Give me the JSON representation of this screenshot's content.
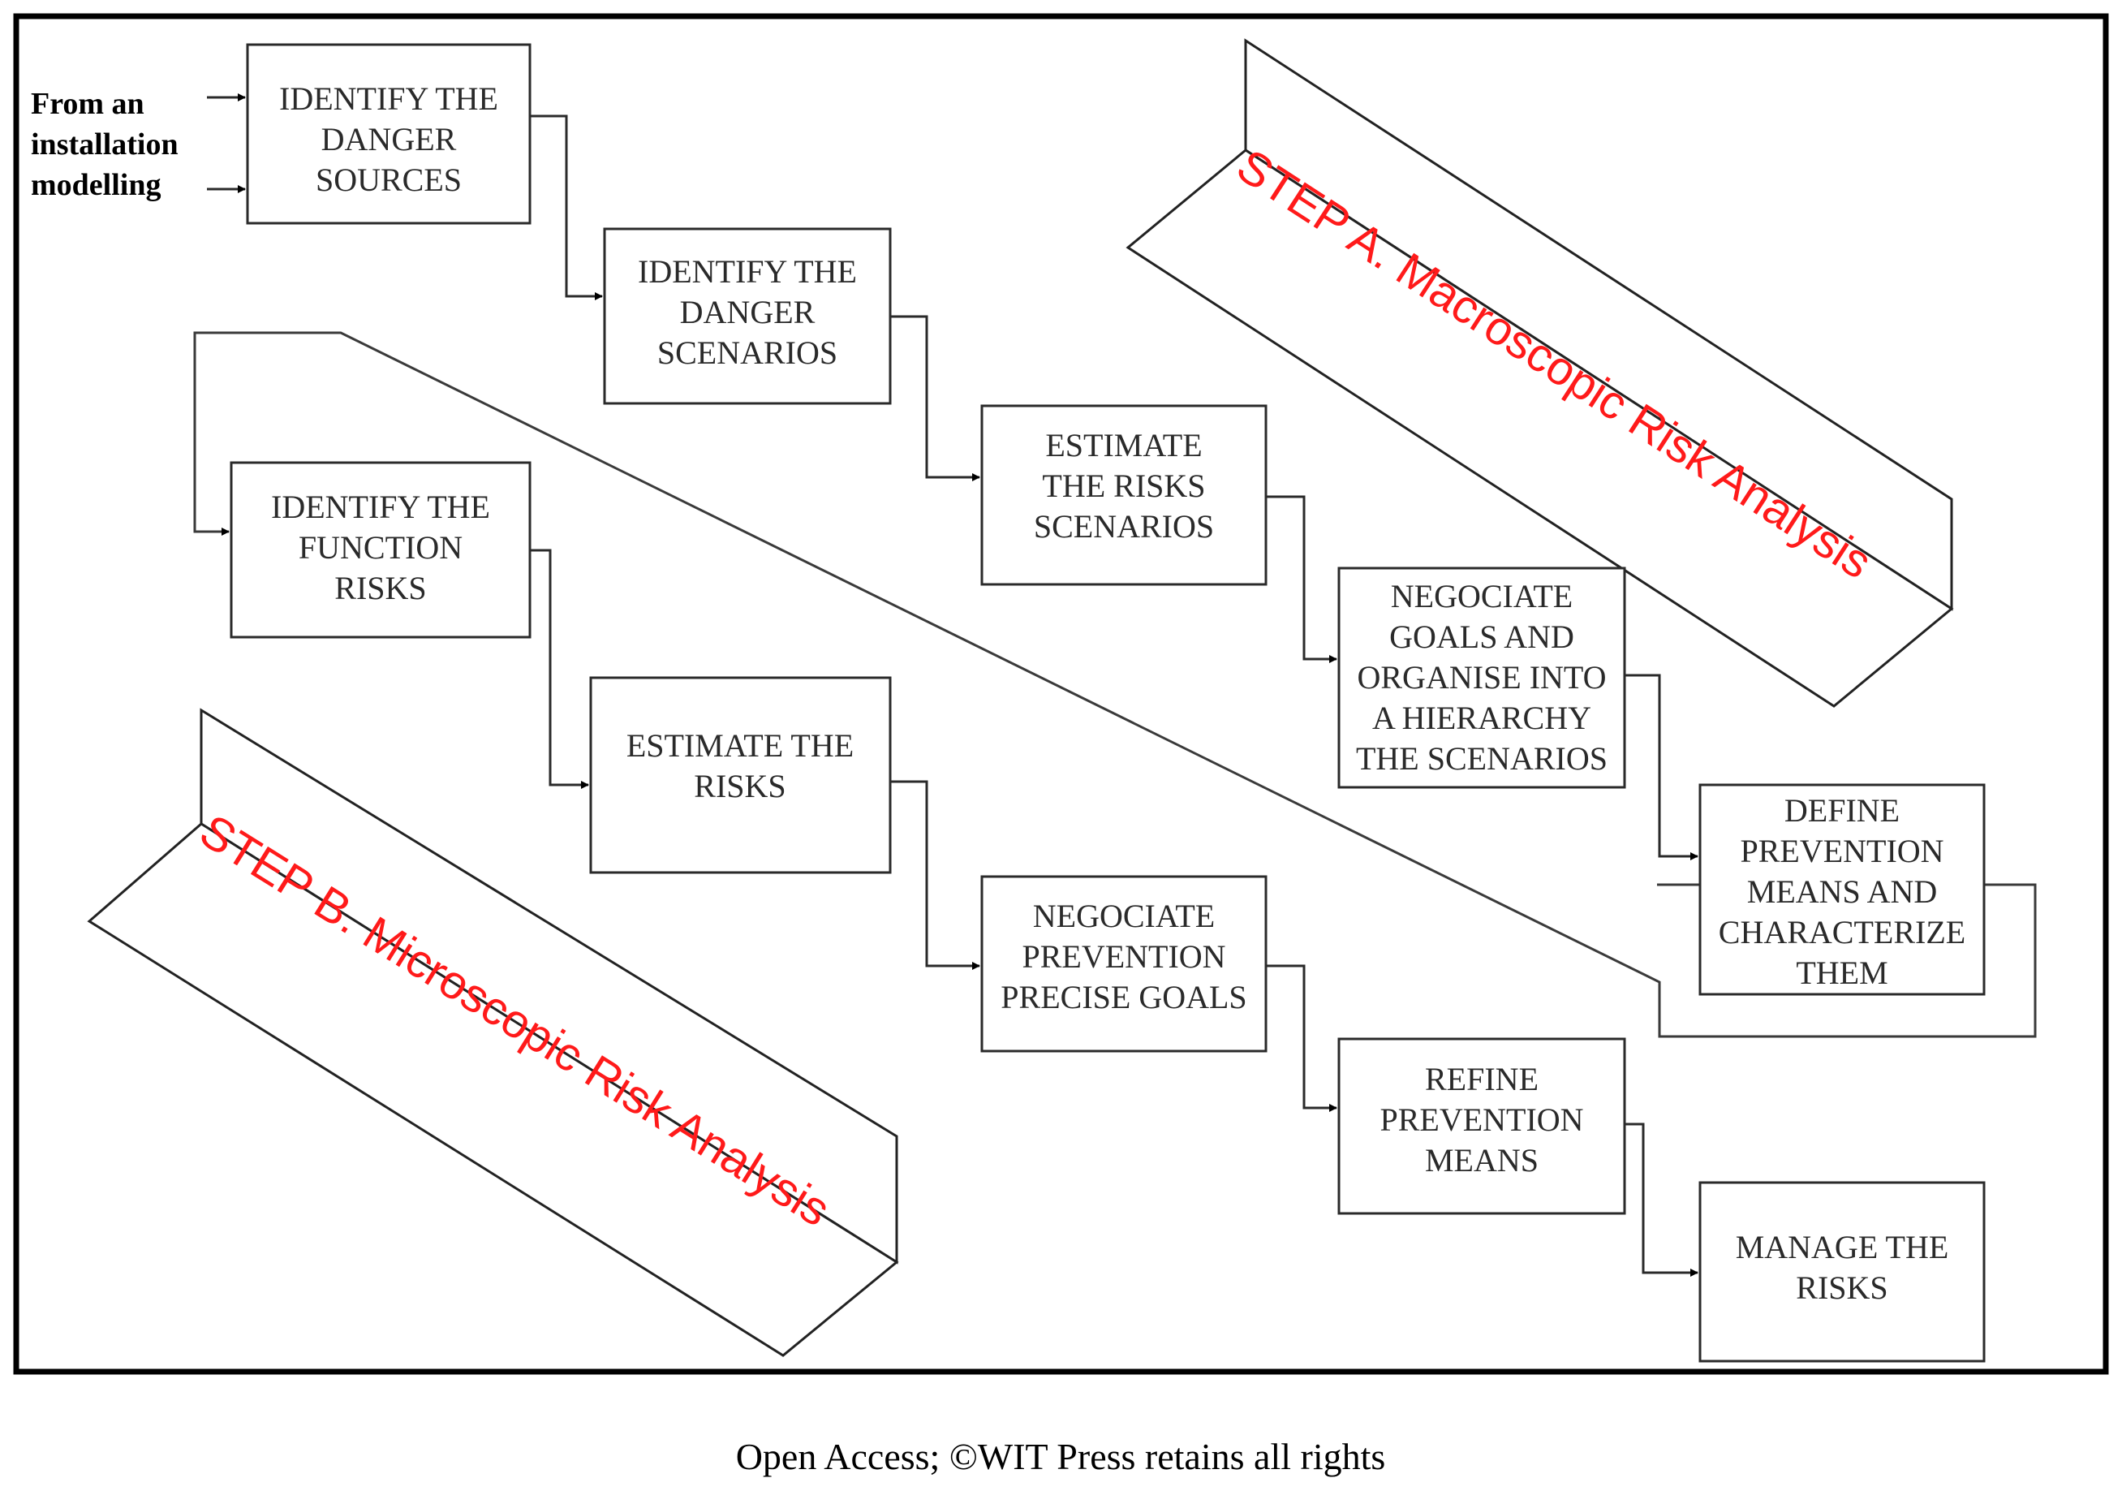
{
  "source": {
    "lines": [
      "From an",
      "installation",
      "modelling"
    ]
  },
  "steps": {
    "identify_danger_sources": [
      "IDENTIFY THE",
      "DANGER",
      "SOURCES"
    ],
    "identify_danger_scenarios": [
      "IDENTIFY THE",
      "DANGER",
      "SCENARIOS"
    ],
    "estimate_risks_scenarios": [
      "ESTIMATE",
      "THE RISKS",
      "SCENARIOS"
    ],
    "negociate_goals": [
      "NEGOCIATE",
      "GOALS AND",
      "ORGANISE INTO",
      "A HIERARCHY",
      "THE  SCENARIOS"
    ],
    "define_prevention_means": [
      "DEFINE",
      "PREVENTION",
      "MEANS AND",
      "CHARACTERIZE",
      "THEM"
    ],
    "identify_function_risks": [
      "IDENTIFY THE",
      "FUNCTION",
      "RISKS"
    ],
    "estimate_the_risks": [
      "ESTIMATE THE",
      "RISKS"
    ],
    "negociate_prevention_goals": [
      "NEGOCIATE",
      "PREVENTION",
      "PRECISE GOALS"
    ],
    "refine_prevention_means": [
      "REFINE",
      "PREVENTION",
      "MEANS"
    ],
    "manage_the_risks": [
      "MANAGE THE",
      "RISKS"
    ]
  },
  "banners": {
    "step_a": "STEP A. Macroscopic Risk Analysis",
    "step_b": "STEP B. Microscopic Risk Analysis"
  },
  "caption": "Open Access; ©WIT Press retains all rights",
  "colors": {
    "banner_text": "#ff1a1a",
    "lines": "#2a2a2a"
  }
}
